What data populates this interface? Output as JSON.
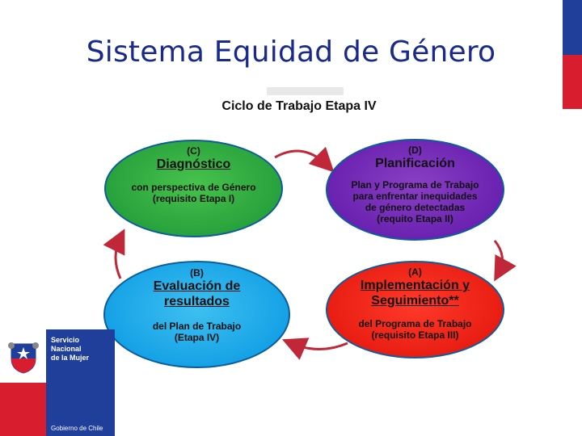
{
  "slide": {
    "title": "Sistema Equidad de Género"
  },
  "diagram": {
    "subtitle": "Ciclo de Trabajo Etapa IV",
    "nodes": {
      "c": {
        "tag": "(C)",
        "heading": "Diagnóstico",
        "body": [
          "con perspectiva de Género",
          "(requisito Etapa I)"
        ]
      },
      "d": {
        "tag": "(D)",
        "heading": "Planificación",
        "body": [
          "Plan y Programa de Trabajo",
          "para enfrentar inequidades",
          "de género detectadas",
          "(requito Etapa II)"
        ]
      },
      "b": {
        "tag": "(B)",
        "heading": [
          "Evaluación de",
          "resultados"
        ],
        "body": [
          "del Plan de Trabajo",
          "(Etapa IV)"
        ]
      },
      "a": {
        "tag": "(A)",
        "heading": [
          "Implementación y",
          "Seguimiento**"
        ],
        "body": [
          "del Programa de Trabajo",
          "(requisito Etapa III)"
        ]
      }
    }
  },
  "logo": {
    "lines": [
      "Servicio",
      "Nacional",
      "de la Mujer"
    ],
    "footer": "Gobierno de Chile"
  },
  "colors": {
    "title": "#1a2a8a",
    "diagnostico": "#28a23c",
    "planificacion": "#6a22b0",
    "evaluacion": "#15a2e6",
    "implementacion": "#e81e12",
    "arrows": "#c0283a"
  }
}
